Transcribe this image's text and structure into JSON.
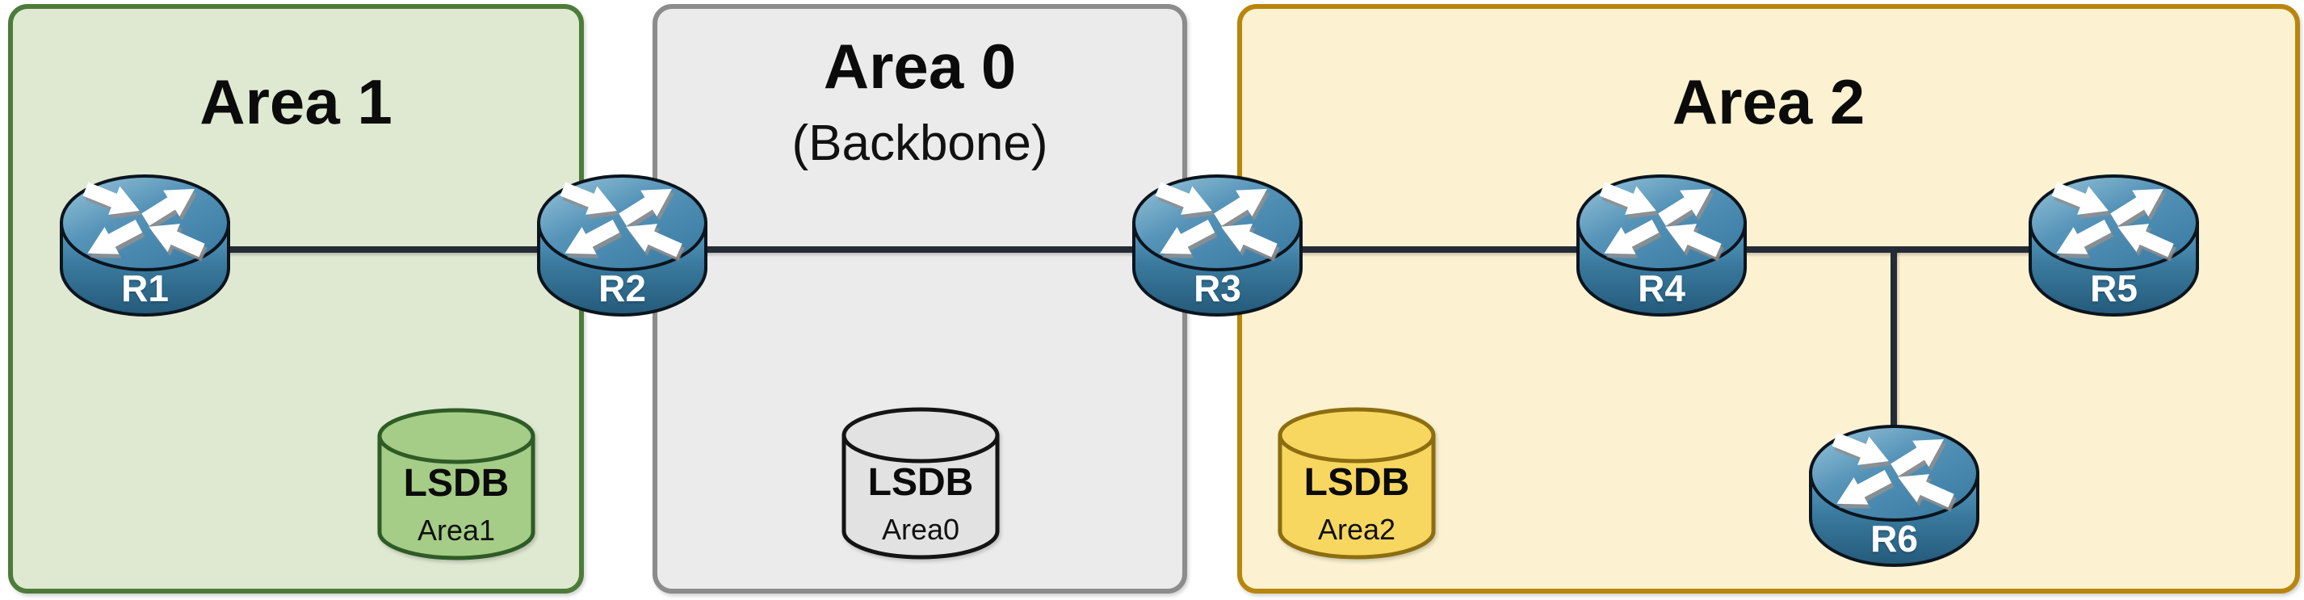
{
  "canvas": {
    "background": "#ffffff"
  },
  "areas": [
    {
      "title": "Area 1",
      "fill": "#dfe9d1",
      "border": "#4e7b3a"
    },
    {
      "title": "Area 0",
      "subtitle": "(Backbone)",
      "fill": "#ebebeb",
      "border": "#8c8c8c"
    },
    {
      "title": "Area 2",
      "fill": "#fcf2d1",
      "border": "#b8860b"
    }
  ],
  "routers": [
    {
      "label": "R1"
    },
    {
      "label": "R2"
    },
    {
      "label": "R3"
    },
    {
      "label": "R4"
    },
    {
      "label": "R5"
    },
    {
      "label": "R6"
    }
  ],
  "lsdbs": [
    {
      "label": "LSDB",
      "sublabel": "Area1",
      "fill": "#a5cd87",
      "border": "#2e5b26"
    },
    {
      "label": "LSDB",
      "sublabel": "Area0",
      "fill": "#e2e2e2",
      "border": "#141414"
    },
    {
      "label": "LSDB",
      "sublabel": "Area2",
      "fill": "#f8d760",
      "border": "#8c6d10"
    }
  ],
  "links": {
    "color": "#252b35",
    "connections": [
      "R1-R2",
      "R2-R3",
      "R3-R4",
      "R4-R5",
      "R4R5segment-R6"
    ]
  },
  "router_style": {
    "top_fill": [
      "#9cc8dc",
      "#5593b8",
      "#3a7ba2"
    ],
    "side_fill": [
      "#5e9fc2",
      "#3a7a9e",
      "#245a7a"
    ],
    "outline": "#0c141d",
    "arrow_color": "#ffffff"
  }
}
